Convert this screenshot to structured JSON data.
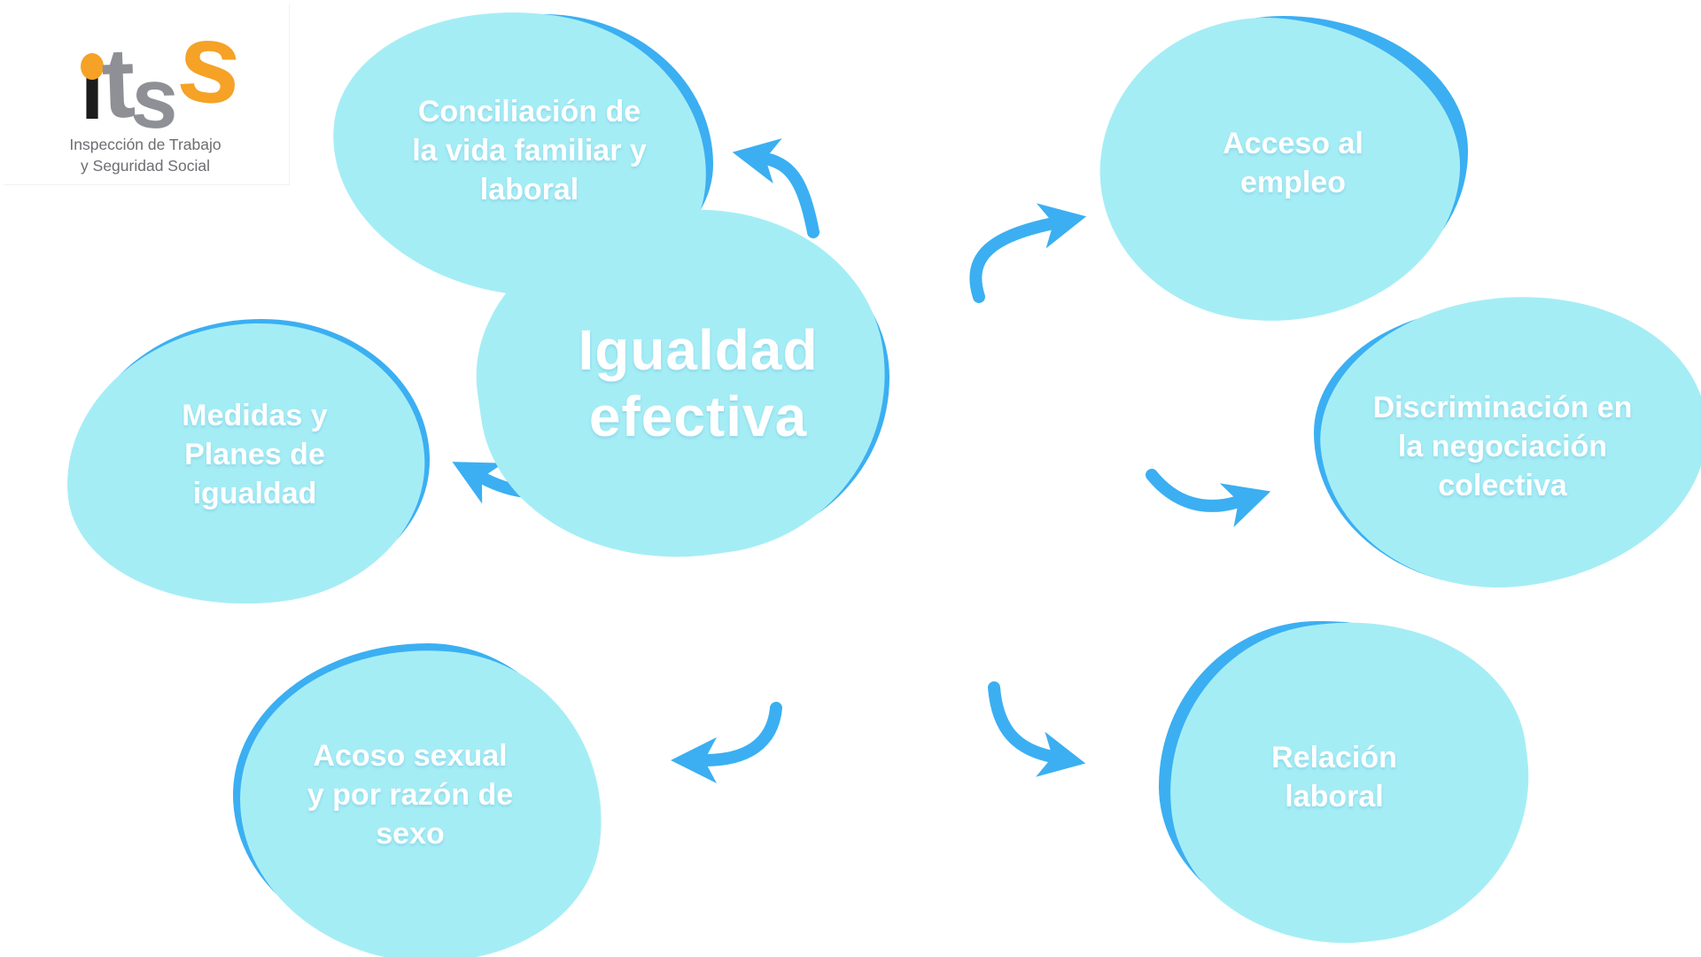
{
  "logo": {
    "chars": [
      "i",
      "t",
      "s",
      "s"
    ],
    "caption_line1": "Inspección de Trabajo",
    "caption_line2": "y Seguridad Social",
    "colors": {
      "orange": "#F5A226",
      "gray": "#8F9095",
      "black": "#1C1C1C"
    }
  },
  "center": {
    "label": [
      "Igualdad",
      "efectiva"
    ]
  },
  "nodes": [
    {
      "id": "conciliacion",
      "label": [
        "Conciliación de",
        "la vida familiar y",
        "laboral"
      ]
    },
    {
      "id": "acceso",
      "label": [
        "Acceso al",
        "empleo"
      ]
    },
    {
      "id": "medidas",
      "label": [
        "Medidas y",
        "Planes de",
        "igualdad"
      ]
    },
    {
      "id": "discriminacion",
      "label": [
        "Discriminación en",
        "la negociación",
        "colectiva"
      ]
    },
    {
      "id": "acoso",
      "label": [
        "Acoso sexual",
        "y por razón de",
        "sexo"
      ]
    },
    {
      "id": "relacion",
      "label": [
        "Relación",
        "laboral"
      ]
    }
  ],
  "arrows": [
    "arrow-to-conciliacion",
    "arrow-to-acceso",
    "arrow-to-discriminacion",
    "arrow-to-relacion",
    "arrow-to-acoso",
    "arrow-to-medidas"
  ],
  "colors": {
    "blob_blue": "#3BAFF2",
    "blob_cyan": "#A5EDF5",
    "text": "#FFFFFF",
    "background": "#FFFFFF"
  }
}
